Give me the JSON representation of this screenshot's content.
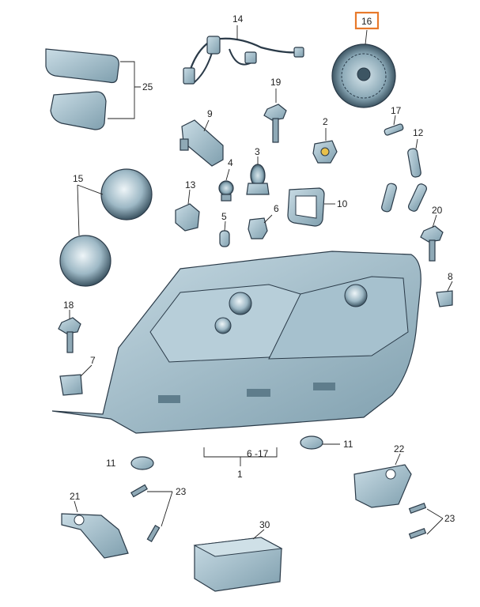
{
  "diagram": {
    "highlighted_callout": "16",
    "highlight_color": "#e8792b",
    "part_color": "#9fb9c6",
    "part_dark": "#5f7d8c",
    "callouts": {
      "c1": "1",
      "c4": "4",
      "c5": "5",
      "c6a": "6",
      "c6_17": "6 -17",
      "c7": "7",
      "c8": "8",
      "c9": "9",
      "c10": "10",
      "c11a": "11",
      "c11b": "11",
      "c12": "12",
      "c13": "13",
      "c14": "14",
      "c15": "15",
      "c16": "16",
      "c17": "17",
      "c18": "18",
      "c19": "19",
      "c2": "2",
      "c3": "3",
      "c20": "20",
      "c21": "21",
      "c22": "22",
      "c23a": "23",
      "c23b": "23",
      "c25": "25",
      "c30": "30"
    }
  }
}
